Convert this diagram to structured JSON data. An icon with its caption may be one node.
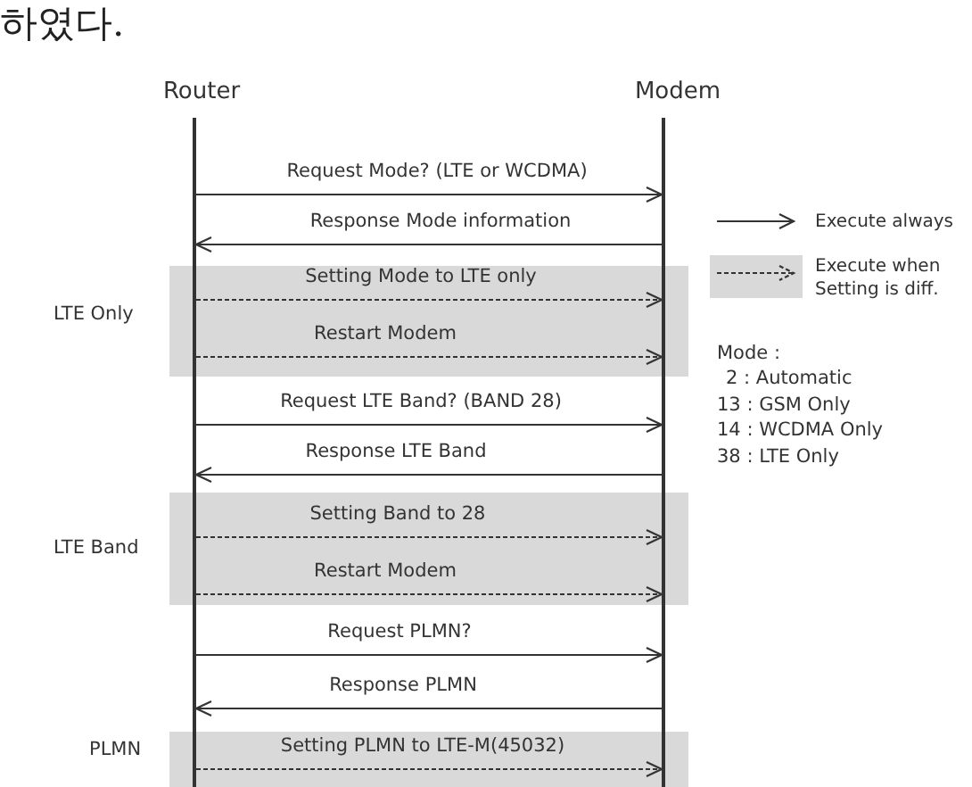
{
  "diagram": {
    "nodes": [
      {
        "text": [
          "Router"
        ]
      },
      {
        "text": [
          "Modem"
        ]
      }
    ],
    "edges": [
      {
        "from": 0,
        "to": 1,
        "arrow": "to",
        "label": "Request Mode? (LTE or WCDMA)"
      },
      {
        "from": 1,
        "to": 0,
        "arrow": "to",
        "label": "Response Mode information"
      },
      {
        "from": 0,
        "to": 1,
        "arrow": "to",
        "label": "Setting Mode to LTE only",
        "style": "dashed"
      },
      {
        "from": 0,
        "to": 1,
        "arrow": "to",
        "label": "Restart Modem",
        "style": "dashed"
      },
      {
        "from": 0,
        "to": 1,
        "arrow": "to",
        "label": "Request LTE Band? (BAND 28)"
      },
      {
        "from": 1,
        "to": 0,
        "arrow": "to",
        "label": "Response LTE Band"
      },
      {
        "from": 0,
        "to": 1,
        "arrow": "to",
        "label": "Setting Band to 28",
        "style": "dashed"
      },
      {
        "from": 0,
        "to": 1,
        "arrow": "to",
        "label": "Restart Modem",
        "style": "dashed"
      },
      {
        "from": 0,
        "to": 1,
        "arrow": "to",
        "label": "Request PLMN?"
      },
      {
        "from": 1,
        "to": 0,
        "arrow": "to",
        "label": "Response PLMN"
      },
      {
        "from": 0,
        "to": 1,
        "arrow": "to",
        "label": "Setting PLMN to LTE-M(45032)",
        "style": "dashed"
      }
    ],
    "labels": [
      "하였다.",
      "LTE Only",
      "Mode :",
      "2 : Automatic",
      "13 : GSM Only",
      "14 : WCDMA Only",
      "38 : LTE Only",
      "LTE Band",
      "PLMN"
    ],
    "legend": [
      {
        "text": "Execute always"
      },
      {
        "text": "Execute when Setting is diff."
      }
    ]
  }
}
